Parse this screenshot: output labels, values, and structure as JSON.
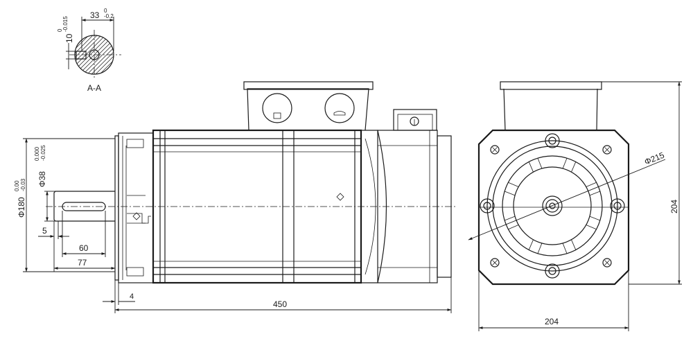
{
  "section": {
    "label": "A-A",
    "width_dim": "33",
    "width_tol_upper": "0",
    "width_tol_lower": "-0.2",
    "key_dim": "10",
    "key_tol_upper": "0",
    "key_tol_lower": "-0.015"
  },
  "side_view": {
    "dim_total_length": "450",
    "dim_flange_step": "4",
    "dim_shaft_77": "77",
    "dim_shaft_60": "60",
    "dim_shaft_5": "5",
    "dim_shaft_dia": "Φ38",
    "dim_shaft_dia_tol_upper": "0.000",
    "dim_shaft_dia_tol_lower": "-0.025",
    "dim_spigot_dia": "Φ180",
    "dim_spigot_dia_tol_upper": "0.00",
    "dim_spigot_dia_tol_lower": "-0.03"
  },
  "front_view": {
    "dim_pcd": "Φ215",
    "dim_width": "204",
    "dim_height": "204"
  }
}
